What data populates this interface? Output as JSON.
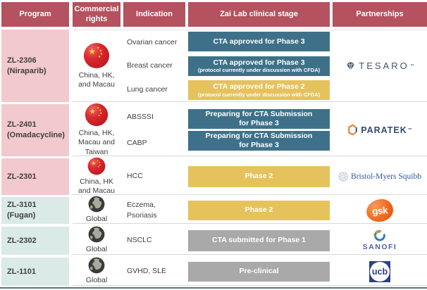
{
  "header": {
    "columns": [
      "Program",
      "Commercial rights",
      "Indication",
      "Zai Lab clinical stage",
      "Partnerships"
    ]
  },
  "rows": [
    {
      "program_line1": "ZL-2306",
      "program_line2": "(Niraparib)",
      "rights_line1": "China, HK,",
      "rights_line2": "and Macau",
      "indications": [
        "Ovarian cancer",
        "Breast cancer",
        "Lung cancer"
      ],
      "stages": [
        {
          "label": "CTA approved for Phase 3",
          "note": ""
        },
        {
          "label": "CTA approved for Phase 3",
          "note": "(protocol currently under discussion with CFDA)"
        },
        {
          "label": "CTA approved for Phase 2",
          "note": "(protocol currently under discussion with CFDA)"
        }
      ],
      "partner": "TESARO"
    },
    {
      "program_line1": "ZL-2401",
      "program_line2": "(Omadacycline)",
      "rights_line1": "China, HK,",
      "rights_line2": "Macau and",
      "rights_line3": "Taiwan",
      "indications": [
        "ABSSSI",
        "CABP"
      ],
      "stages": [
        {
          "label_line1": "Preparing for CTA Submission",
          "label_line2": "for Phase 3"
        },
        {
          "label_line1": "Preparing for  CTA Submission",
          "label_line2": "for Phase 3"
        }
      ],
      "partner": "PARATEK"
    },
    {
      "program_line1": "ZL-2301",
      "rights_line1": "China, HK",
      "rights_line2": "and Macau",
      "indications": [
        "HCC"
      ],
      "stages": [
        {
          "label": "Phase 2"
        }
      ],
      "partner": "Bristol-Myers Squibb"
    },
    {
      "program_line1": "ZL-3101",
      "program_line2": "(Fugan)",
      "rights_label": "Global",
      "indications": [
        "Eczema,",
        "Psoriasis"
      ],
      "stages": [
        {
          "label": "Phase 2"
        }
      ],
      "partner": "gsk"
    },
    {
      "program_line1": "ZL-2302",
      "rights_label": "Global",
      "indications": [
        "NSCLC"
      ],
      "stages": [
        {
          "label": "CTA submitted for Phase 1"
        }
      ],
      "partner": "SANOFI"
    },
    {
      "program_line1": "ZL-1101",
      "rights_label": "Global",
      "indications": [
        "GVHD, SLE"
      ],
      "stages": [
        {
          "label": "Pre-clinical"
        }
      ],
      "partner": "ucb"
    }
  ],
  "partners": {
    "tesaro": {
      "text": "TESARO",
      "tm": "™"
    },
    "paratek": {
      "text": "PARATEK",
      "tm": "™"
    },
    "bms": {
      "text": "Bristol-Myers Squibb"
    },
    "gsk": {
      "text": "gsk"
    },
    "sanofi": {
      "text": "SANOFI"
    },
    "ucb": {
      "text": "ucb"
    }
  },
  "icons": {
    "china_flag": "china-flag-icon (red ball with yellow stars)",
    "globe": "globe-icon (dark earth)",
    "tesaro_mark": "diamond-icon",
    "paratek_mark": "hexagon-icon",
    "bms_mark": "snowflake-medallion-icon",
    "sanofi_mark": "bird-swoosh-icon"
  },
  "colors": {
    "header_red": "#b4525f",
    "program_pink": "#f2c9ce",
    "program_green": "#daeae6",
    "stage_teal": "#3e7189",
    "stage_yellow": "#e5c25c",
    "stage_gray": "#a9a9a9",
    "row_border": "#d9d9d9",
    "bottom_rule": "#56797f"
  }
}
